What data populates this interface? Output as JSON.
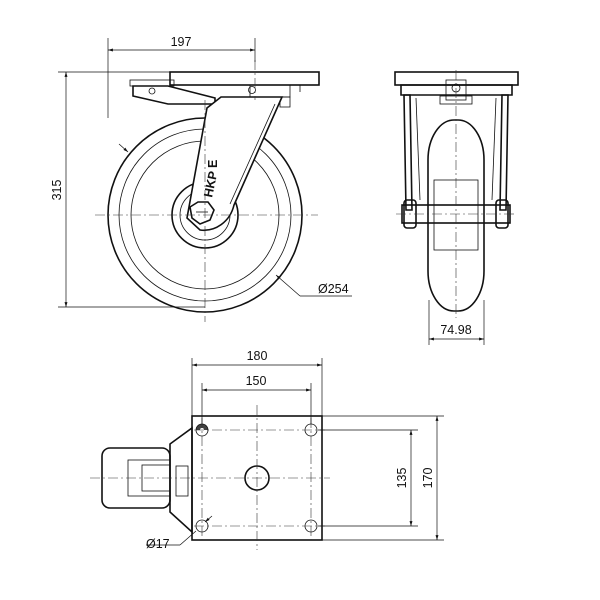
{
  "dimensions": {
    "side_width": "197",
    "overall_height": "315",
    "wheel_diameter": "Ø254",
    "wheel_width": "74.98",
    "plate_width": "180",
    "bolt_spacing_x": "150",
    "bolt_spacing_y": "135",
    "plate_height": "170",
    "bolt_hole_diameter": "Ø17"
  },
  "logo": {
    "vertical_text": "HKP",
    "mark": "E"
  },
  "colors": {
    "line": "#111111",
    "background": "#ffffff"
  }
}
